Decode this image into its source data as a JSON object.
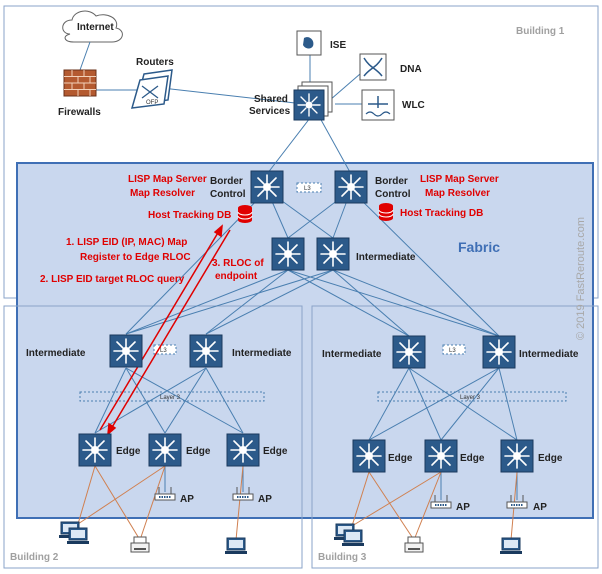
{
  "labels": {
    "internet": "Internet",
    "routers": "Routers",
    "firewalls": "Firewalls",
    "ise": "ISE",
    "dna": "DNA",
    "wlc": "WLC",
    "shared_line1": "Shared",
    "shared_line2": "Services",
    "building1": "Building 1",
    "building2": "Building 2",
    "building3": "Building 3",
    "fabric": "Fabric",
    "copyright": "© 2019 FastReroute.com",
    "border_line1": "Border",
    "border_line2": "Control",
    "lisp_line1": "LISP Map Server",
    "lisp_line2": "Map Resolver",
    "host_db": "Host Tracking DB",
    "intermediate": "Intermediate",
    "edge": "Edge",
    "ap": "AP",
    "l3": "L3",
    "layer3": "Layer 3",
    "ofp": "OFP"
  },
  "annotations": {
    "step1_line1": "1. LISP EID (IP, MAC) Map",
    "step1_line2": "Register to Edge RLOC",
    "step2": "2. LISP EID target RLOC query",
    "step3_line1": "3. RLOC of",
    "step3_line2": "endpoint"
  },
  "colors": {
    "fabric_fill": "#c9d7ee",
    "fabric_border": "#3f6fb5",
    "switch_fill": "#2c5a8a",
    "link_blue": "#4a7fb0",
    "link_orange": "#d08050",
    "annotation_red": "#e00000"
  }
}
